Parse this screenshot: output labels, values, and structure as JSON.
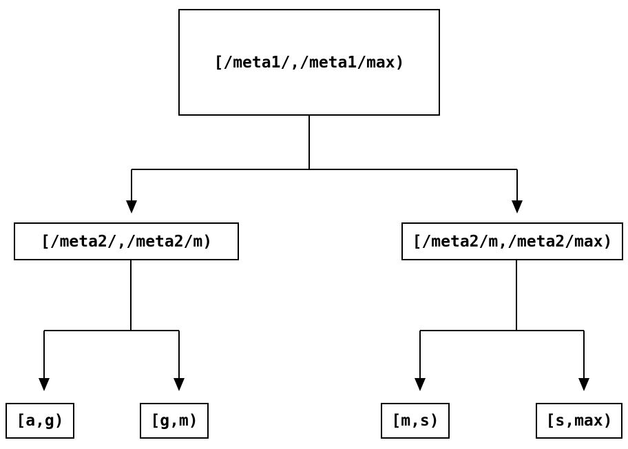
{
  "diagram": {
    "type": "tree",
    "background_color": "#ffffff",
    "line_color": "#000000",
    "node_border_color": "#000000",
    "node_fill_color": "#ffffff",
    "nodes": {
      "root": {
        "label": "[/meta1/,/meta1/max)"
      },
      "left": {
        "label": "[/meta2/,/meta2/m)"
      },
      "right": {
        "label": "[/meta2/m,/meta2/max)"
      },
      "leaf_ag": {
        "label": "[a,g)"
      },
      "leaf_gm": {
        "label": "[g,m)"
      },
      "leaf_ms": {
        "label": "[m,s)"
      },
      "leaf_smax": {
        "label": "[s,max)"
      }
    },
    "edges": [
      {
        "from": "root",
        "to": "left"
      },
      {
        "from": "root",
        "to": "right"
      },
      {
        "from": "left",
        "to": "leaf_ag"
      },
      {
        "from": "left",
        "to": "leaf_gm"
      },
      {
        "from": "right",
        "to": "leaf_ms"
      },
      {
        "from": "right",
        "to": "leaf_smax"
      }
    ]
  }
}
